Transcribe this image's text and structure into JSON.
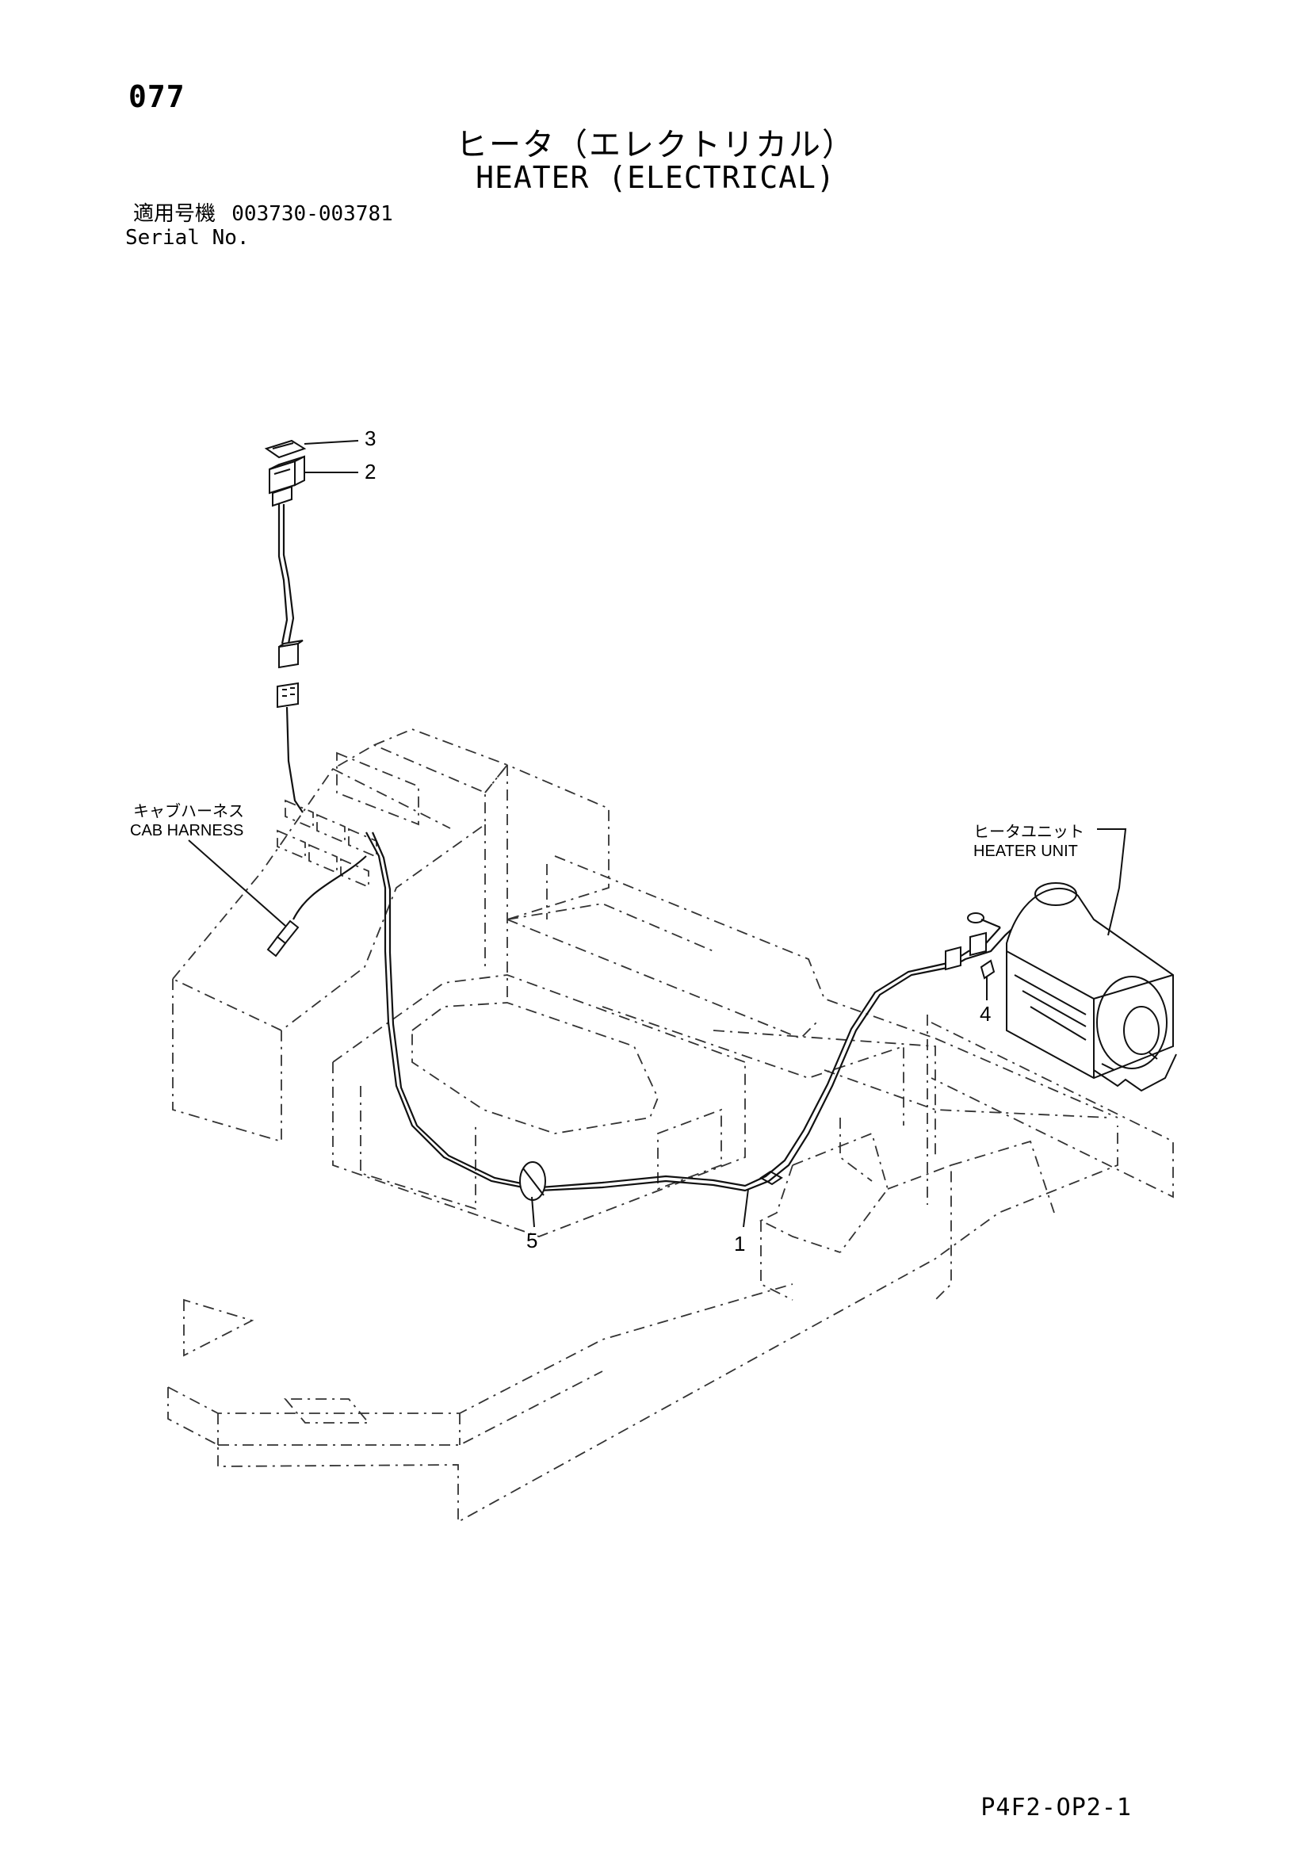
{
  "page": {
    "number": "077",
    "title_jp": "ヒータ（エレクトリカル）",
    "title_en": "HEATER (ELECTRICAL)",
    "serial_label_jp": "適用号機",
    "serial_label_en": "Serial No.",
    "serial_range": "003730-003781",
    "doc_code": "P4F2-OP2-1"
  },
  "diagram": {
    "callouts": [
      "1",
      "2",
      "3",
      "4",
      "5"
    ],
    "labels": {
      "cab_harness_jp": "キャブハーネス",
      "cab_harness_en": "CAB HARNESS",
      "heater_unit_jp": "ヒータユニット",
      "heater_unit_en": "HEATER UNIT"
    }
  }
}
